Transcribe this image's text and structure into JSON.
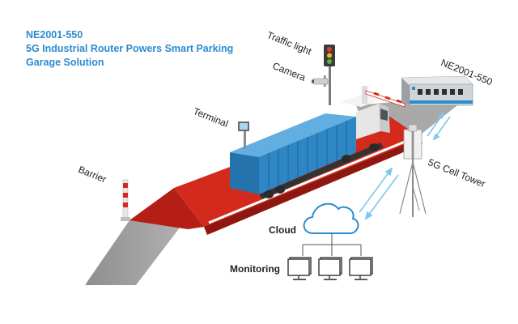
{
  "header": {
    "model": "NE2001-550",
    "headline": "5G Industrial Router Powers Smart Parking",
    "subline": "Garage Solution"
  },
  "labels": {
    "traffic_light": "Traffic light",
    "camera": "Camera",
    "router": "NE2001-550",
    "terminal": "Terminal",
    "barrier": "Barrier",
    "cell_tower": "5G Cell Tower",
    "cloud": "Cloud",
    "monitoring": "Monitoring"
  },
  "colors": {
    "title": "#2b8ccf",
    "road_red": "#d42a1e",
    "container_blue": "#2f86c5",
    "link_blue": "#7cc8ee",
    "asphalt": "#9a9a9a"
  }
}
